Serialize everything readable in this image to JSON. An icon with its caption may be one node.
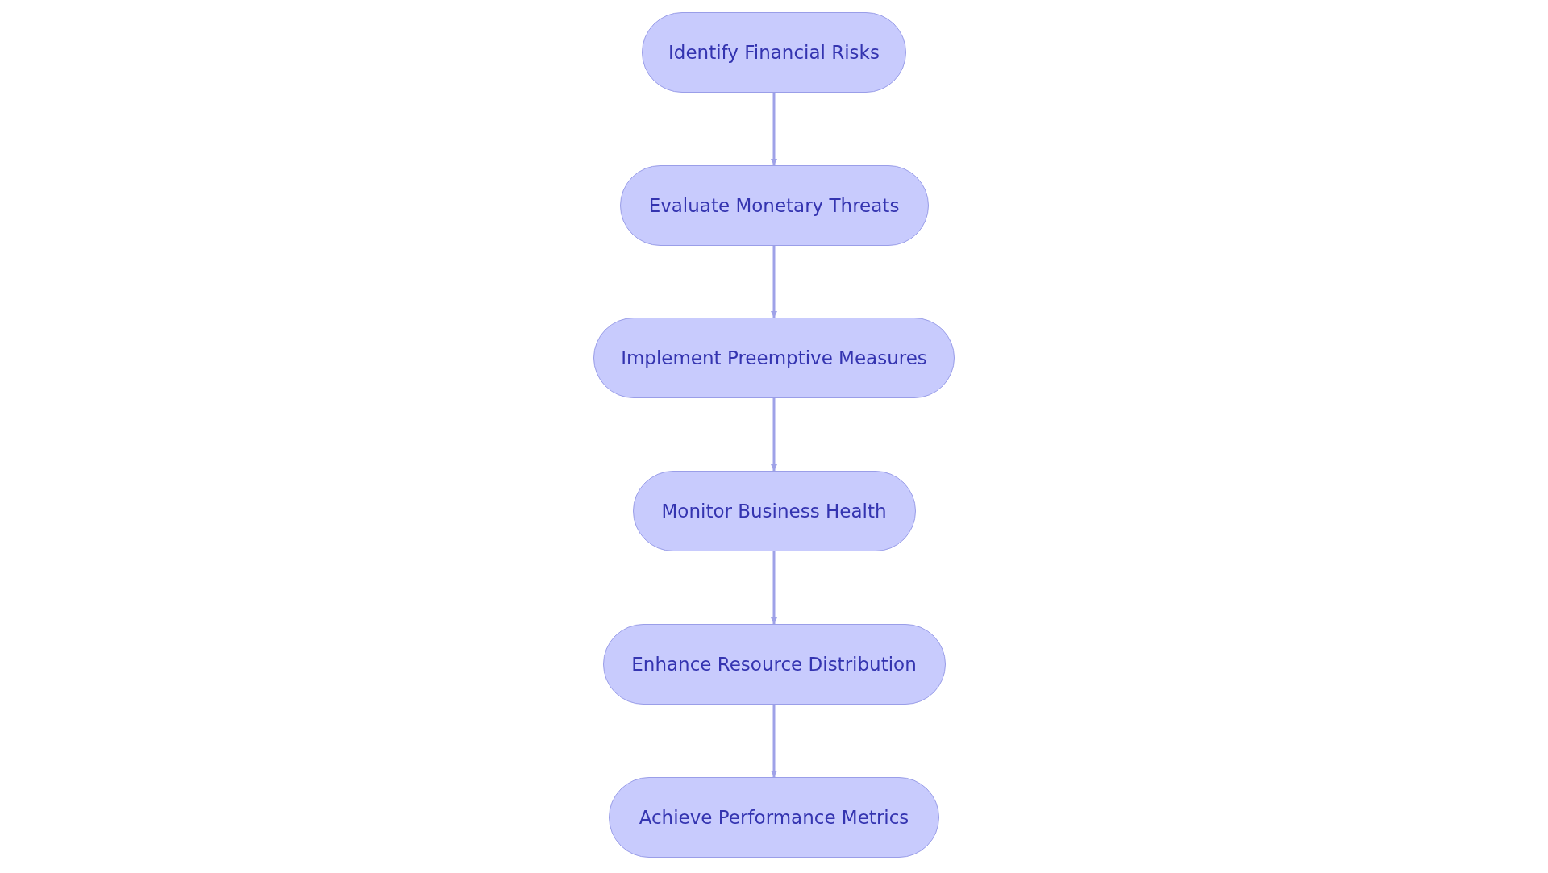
{
  "diagram": {
    "nodes": [
      {
        "text": [
          "Identify Financial Risks"
        ]
      },
      {
        "text": [
          "Evaluate Monetary Threats"
        ]
      },
      {
        "text": [
          "Implement Preemptive Measures"
        ]
      },
      {
        "text": [
          "Monitor Business Health"
        ]
      },
      {
        "text": [
          "Enhance Resource Distribution"
        ]
      },
      {
        "text": [
          "Achieve Performance Metrics"
        ]
      }
    ],
    "edges": [
      {
        "from": 0,
        "to": 1,
        "arrow": "to"
      },
      {
        "from": 1,
        "to": 2,
        "arrow": "to"
      },
      {
        "from": 2,
        "to": 3,
        "arrow": "to"
      },
      {
        "from": 3,
        "to": 4,
        "arrow": "to"
      },
      {
        "from": 4,
        "to": 5,
        "arrow": "to"
      }
    ]
  }
}
